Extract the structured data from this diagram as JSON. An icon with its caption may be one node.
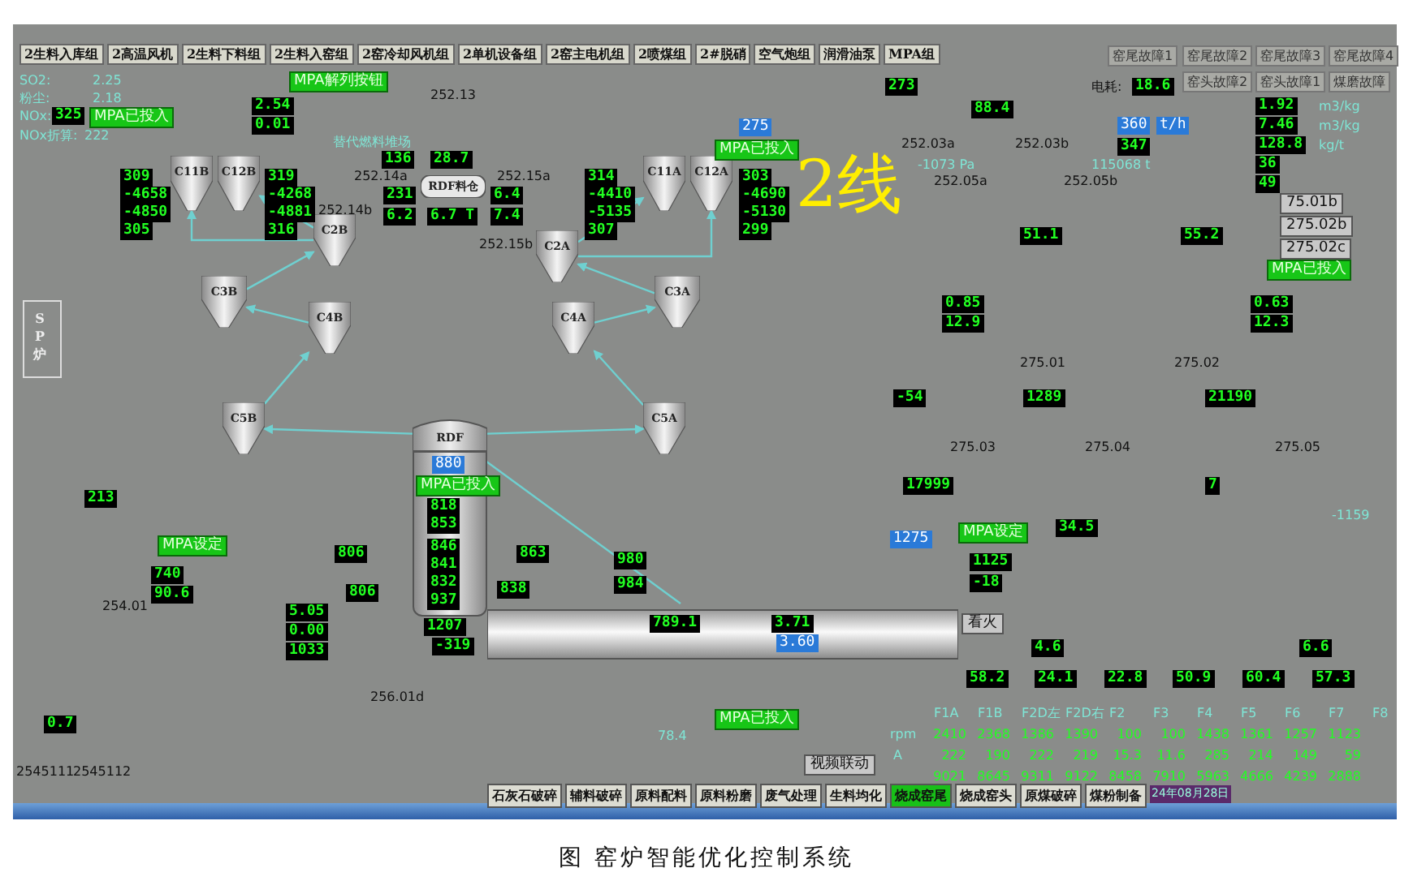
{
  "diagram": {
    "caption": "图 窑炉智能优化控制系统",
    "nodes": [
      {
        "text": [
          "C11B"
        ]
      },
      {
        "text": [
          "C12B"
        ]
      },
      {
        "text": [
          "C2B"
        ]
      },
      {
        "text": [
          "C3B"
        ]
      },
      {
        "text": [
          "C4B"
        ]
      },
      {
        "text": [
          "C5B"
        ]
      },
      {
        "text": [
          "C11A"
        ]
      },
      {
        "text": [
          "C12A"
        ]
      },
      {
        "text": [
          "C2A"
        ]
      },
      {
        "text": [
          "C3A"
        ]
      },
      {
        "text": [
          "C4A"
        ]
      },
      {
        "text": [
          "C5A"
        ]
      },
      {
        "text": [
          "RDF"
        ]
      },
      {
        "text": [
          "RDF料仓"
        ],
        "beside": [
          "6.7 T"
        ]
      },
      {
        "text": [
          "SP炉"
        ]
      },
      {
        "text": [],
        "shape": "cylinder"
      }
    ],
    "edges": [
      {
        "from": 15,
        "to": 12,
        "arrow": "to"
      },
      {
        "from": 12,
        "to": 5,
        "arrow": "to"
      },
      {
        "from": 12,
        "to": 11,
        "arrow": "to"
      },
      {
        "from": 5,
        "to": 4,
        "arrow": "to"
      },
      {
        "from": 4,
        "to": 3,
        "arrow": "to"
      },
      {
        "from": 3,
        "to": 2,
        "arrow": "to"
      },
      {
        "from": 2,
        "to": 0,
        "arrow": "to"
      },
      {
        "from": 2,
        "to": 1,
        "arrow": "to"
      },
      {
        "from": 11,
        "to": 10,
        "arrow": "to"
      },
      {
        "from": 10,
        "to": 9,
        "arrow": "to"
      },
      {
        "from": 9,
        "to": 8,
        "arrow": "to"
      },
      {
        "from": 8,
        "to": 6,
        "arrow": "to"
      },
      {
        "from": 8,
        "to": 7,
        "arrow": "to"
      }
    ],
    "labels": [
      "2生料入库组",
      "2高温风机",
      "2生料下料组",
      "2生料入窑组",
      "2窑冷却风机组",
      "2单机设备组",
      "2窑主电机组",
      "2喷煤组",
      "2#脱硝",
      "空气炮组",
      "润滑油泵",
      "MPA组",
      "窑尾故障1",
      "窑尾故障2",
      "窑尾故障3",
      "窑尾故障4",
      "SO2:",
      "2.25",
      "粉尘:",
      "2.18",
      "NOx:",
      "325",
      "MPA已投入",
      "NOx折算:",
      "222",
      "MPA解列按钮",
      "252.13",
      "2.54",
      "0.01",
      "替代燃料堆场",
      "136",
      "28.7",
      "252.14a",
      "252.15a",
      "252.14b",
      "252.15b",
      "231",
      "6.4",
      "6.2",
      "7.4",
      "309",
      "-4658",
      "-4850",
      "305",
      "319",
      "-4268",
      "-4881",
      "316",
      "314",
      "-4410",
      "-5135",
      "307",
      "303",
      "-4690",
      "-5130",
      "299",
      "275",
      "MPA已投入",
      "273",
      "88.4",
      "252.03a",
      "252.03b",
      "-1073 Pa",
      "115068 t",
      "252.05a",
      "252.05b",
      "2线",
      "电耗:",
      "18.6",
      "窑头故障2",
      "窑头故障1",
      "煤磨故障",
      "360",
      "t/h",
      "347",
      "1.92",
      "m3/kg",
      "7.46",
      "m3/kg",
      "128.8",
      "kg/t",
      "36",
      "49",
      "75.01b",
      "275.02b",
      "275.02c",
      "MPA已投入",
      "51.1",
      "55.2",
      "0.85",
      "12.9",
      "0.63",
      "12.3",
      "275.01",
      "275.02",
      "-54",
      "1289",
      "21190",
      "275.03",
      "275.04",
      "275.05",
      "17999",
      "7",
      "-1159",
      "MPA设定",
      "1275",
      "1125",
      "-18",
      "34.5",
      "MPA设定",
      "740",
      "90.6",
      "254.01",
      "213",
      "846",
      "841",
      "832",
      "937",
      "1207",
      "-319",
      "818",
      "853",
      "880",
      "MPA已投入",
      "806",
      "806",
      "863",
      "838",
      "980",
      "984",
      "789.1",
      "3.71",
      "3.60",
      "5.05",
      "0.00",
      "1033",
      "256.01d",
      "MPA已投入",
      "视频联动",
      "看火",
      "4.6",
      "6.6",
      "58.2",
      "24.1",
      "22.8",
      "50.9",
      "60.4",
      "57.3",
      "0.7",
      "2545111",
      "2545112",
      "78.4",
      "F1A",
      "F1B",
      "F2D左",
      "F2D右",
      "F2",
      "F3",
      "F4",
      "F5",
      "F6",
      "F7",
      "F8",
      "rpm",
      "2410",
      "2368",
      "1386",
      "1390",
      "100",
      "100",
      "1438",
      "1361",
      "1257",
      "1123",
      "A",
      "222",
      "190",
      "222",
      "219",
      "15.3",
      "11.6",
      "285",
      "214",
      "149",
      "59",
      "9021",
      "8645",
      "9311",
      "9122",
      "8458",
      "7910",
      "5963",
      "4666",
      "4239",
      "2888",
      "石灰石破碎",
      "辅料破碎",
      "原料配料",
      "原料粉磨",
      "废气处理",
      "生料均化",
      "烧成窑尾",
      "烧成窑头",
      "原煤破碎",
      "煤粉制备",
      "24年08月28日"
    ]
  }
}
